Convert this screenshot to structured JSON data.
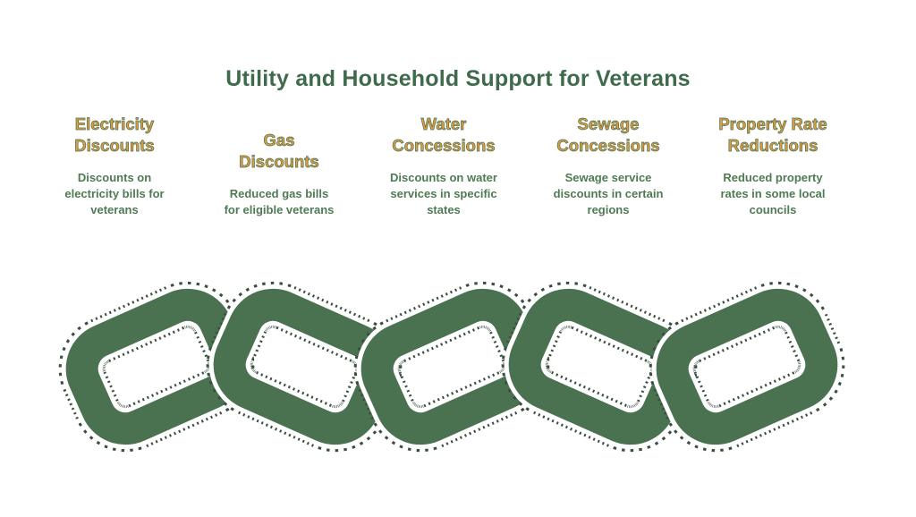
{
  "title": "Utility and Household Support for Veterans",
  "columns": [
    {
      "heading": "Electricity\nDiscounts",
      "description": "Discounts on\nelectricity bills for\nveterans"
    },
    {
      "heading": "Gas\nDiscounts",
      "description": "Reduced gas bills\nfor eligible veterans"
    },
    {
      "heading": "Water\nConcessions",
      "description": "Discounts on water\nservices in specific\nstates"
    },
    {
      "heading": "Sewage\nConcessions",
      "description": "Sewage service\ndiscounts in certain\nregions"
    },
    {
      "heading": "Property Rate\nReductions",
      "description": "Reduced property\nrates in some local\ncouncils"
    }
  ],
  "chain": {
    "link_count": 5
  },
  "colors": {
    "background": "#ffffff",
    "title_green": "#3f6b4c",
    "heading_orange": "#df9b3e",
    "body_green": "#4f7a54",
    "chain_green": "#4a7150",
    "chain_casing": "#ffffff",
    "outline_dot": "#3a4f3e"
  }
}
